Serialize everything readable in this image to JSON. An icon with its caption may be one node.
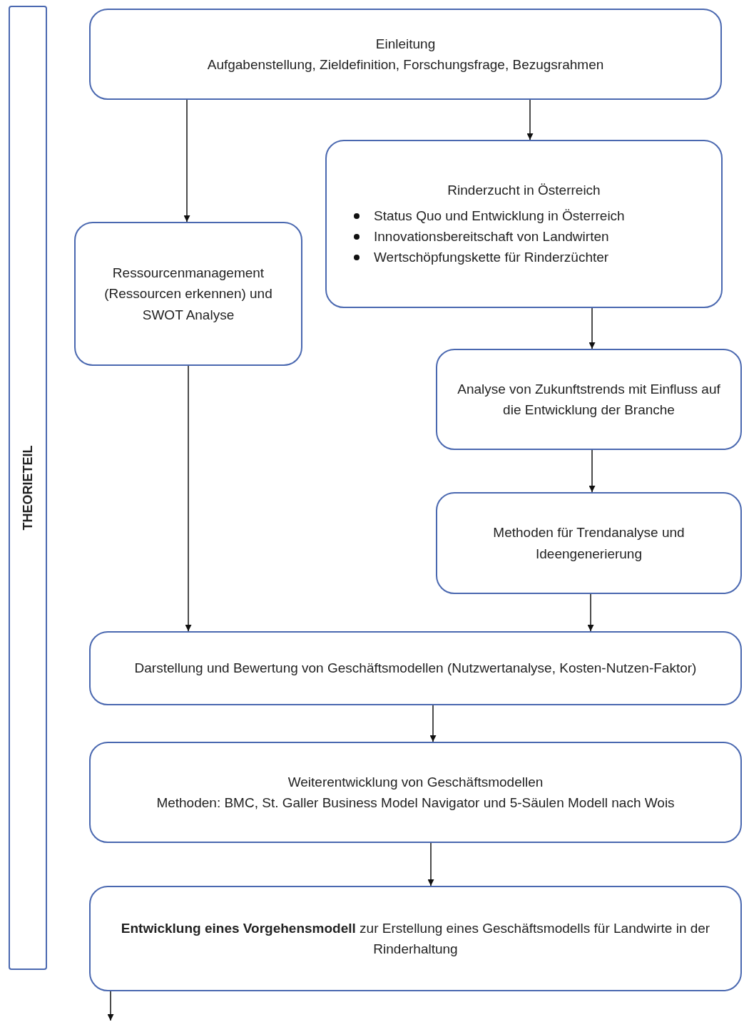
{
  "diagram": {
    "nodes": [
      {
        "text": [
          "THEORIETEIL"
        ]
      },
      {
        "text": [
          "Einleitung",
          "Aufgabenstellung, Zieldefinition, Forschungsfrage, Bezugsrahmen"
        ]
      },
      {
        "text": [
          "Rinderzucht in Österreich",
          "Status Quo und Entwicklung in Österreich",
          "Innovationsbereitschaft von Landwirten",
          "Wertschöpfungskette für Rinderzüchter"
        ]
      },
      {
        "text": [
          "Ressourcenmanagement (Ressourcen erkennen) und SWOT Analyse"
        ]
      },
      {
        "text": [
          "Analyse von Zukunftstrends mit Einfluss auf die Entwicklung der Branche"
        ]
      },
      {
        "text": [
          "Methoden für Trendanalyse und Ideengenerierung"
        ]
      },
      {
        "text": [
          "Darstellung und Bewertung von Geschäftsmodellen (Nutzwertanalyse, Kosten-Nutzen-Faktor)"
        ]
      },
      {
        "text": [
          "Weiterentwicklung von Geschäftsmodellen",
          "Methoden: BMC, St. Galler Business Model Navigator und 5-Säulen Modell nach Wois"
        ]
      },
      {
        "text": [
          "**Entwicklung eines Vorgehensmodell** zur Erstellung eines Geschäftsmodells für Landwirte in der Rinderhaltung"
        ]
      }
    ],
    "edges": [
      {
        "from": 1,
        "to": 3,
        "arrow": "to"
      },
      {
        "from": 1,
        "to": 2,
        "arrow": "to"
      },
      {
        "from": 2,
        "to": 4,
        "arrow": "to"
      },
      {
        "from": 4,
        "to": 5,
        "arrow": "to"
      },
      {
        "from": 3,
        "to": 6,
        "arrow": "to"
      },
      {
        "from": 5,
        "to": 6,
        "arrow": "to"
      },
      {
        "from": 6,
        "to": 7,
        "arrow": "to"
      },
      {
        "from": 7,
        "to": 8,
        "arrow": "to"
      },
      {
        "from": 8,
        "to": null,
        "arrow": "to"
      }
    ]
  }
}
